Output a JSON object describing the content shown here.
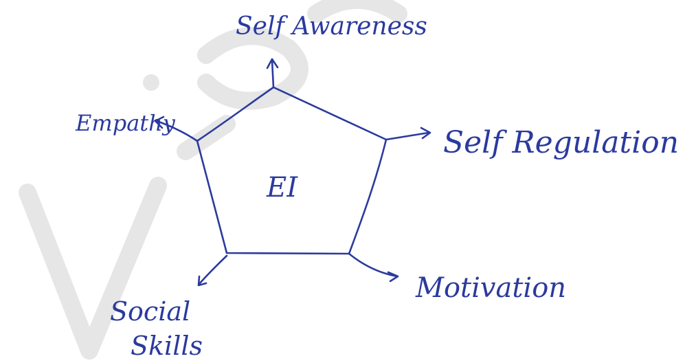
{
  "diagram": {
    "center_label": "EI",
    "nodes": {
      "self_awareness": "Self Awareness",
      "self_regulation": "Self Regulation",
      "motivation": "Motivation",
      "social_skills_line1": "Social",
      "social_skills_line2": "Skills",
      "empathy": "Empathy"
    },
    "ink_color": "#2b3a9e"
  }
}
